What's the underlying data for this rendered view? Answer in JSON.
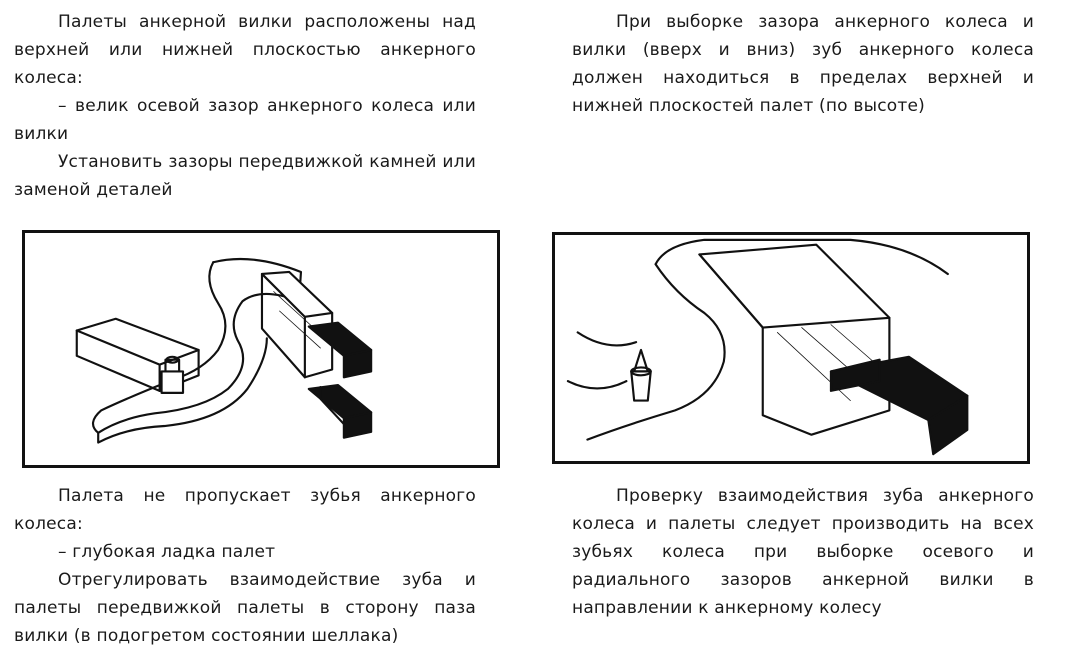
{
  "top_left": {
    "p1": "Палеты анкерной вилки расположены над верхней или нижней плоскостью анкерного колеса:",
    "p2": "– велик осевой зазор анкерного колеса или вилки",
    "p3": "Установить зазоры передвижкой камней или заменой деталей"
  },
  "top_right": {
    "p1": "При выборке зазора анкерного колеса и вилки (вверх и вниз) зуб анкерного колеса должен находиться в пределах верхней и нижней плоскостей палет (по высоте)"
  },
  "bottom_left": {
    "p1": "Палета не пропускает зубья анкерного колеса:",
    "p2": "– глубокая ладка палет",
    "p3": "Отрегулировать взаимодействие зуба и палеты передвижкой палеты в сторону паза вилки (в подогретом состоянии шеллака)"
  },
  "bottom_right": {
    "p1": "Проверку взаимодействия зуба анкерного колеса и палеты следует производить на всех зубьях колеса при выборке осевого и радиального зазоров анкерной вилки в направлении к анкерному колесу"
  }
}
